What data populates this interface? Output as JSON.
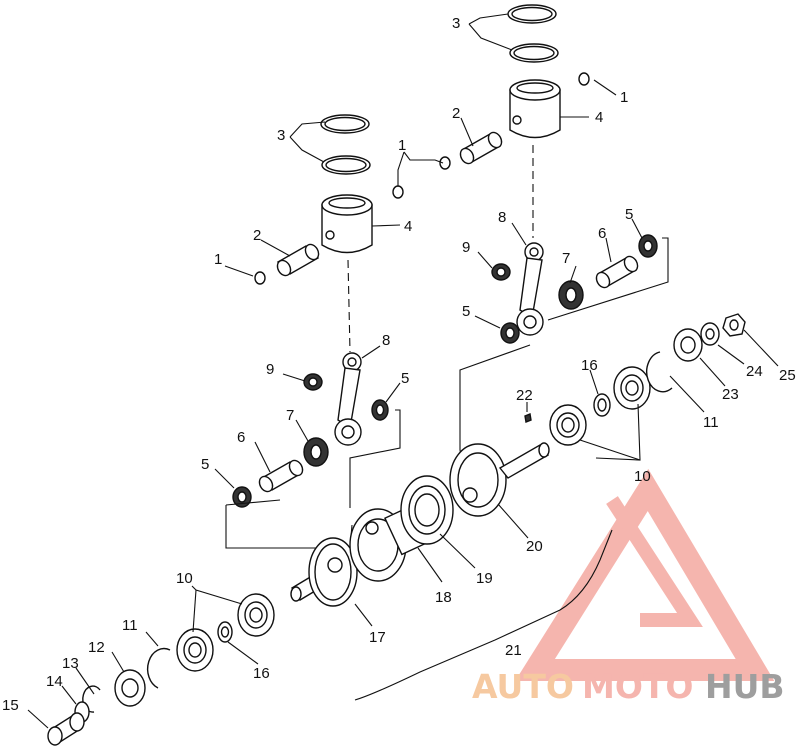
{
  "callouts": {
    "c1a": "1",
    "c1b": "1",
    "c1c": "1",
    "c2a": "2",
    "c2b": "2",
    "c3a": "3",
    "c3b": "3",
    "c4a": "4",
    "c4b": "4",
    "c5a": "5",
    "c5b": "5",
    "c5c": "5",
    "c5d": "5",
    "c6a": "6",
    "c6b": "6",
    "c7a": "7",
    "c7b": "7",
    "c8a": "8",
    "c8b": "8",
    "c9a": "9",
    "c9b": "9",
    "c10a": "10",
    "c10b": "10",
    "c11a": "11",
    "c11b": "11",
    "c12": "12",
    "c13": "13",
    "c14": "14",
    "c15": "15",
    "c16a": "16",
    "c16b": "16",
    "c17": "17",
    "c18": "18",
    "c19": "19",
    "c20": "20",
    "c21": "21",
    "c22": "22",
    "c23": "23",
    "c24": "24",
    "c25": "25"
  },
  "watermark": {
    "part1": "AUTO",
    "part2": "MOTO",
    "part3": "HUB",
    "color_main": "#f4a9a0",
    "color_accent": "#f5c090",
    "color_dark": "#9a9a9a"
  }
}
